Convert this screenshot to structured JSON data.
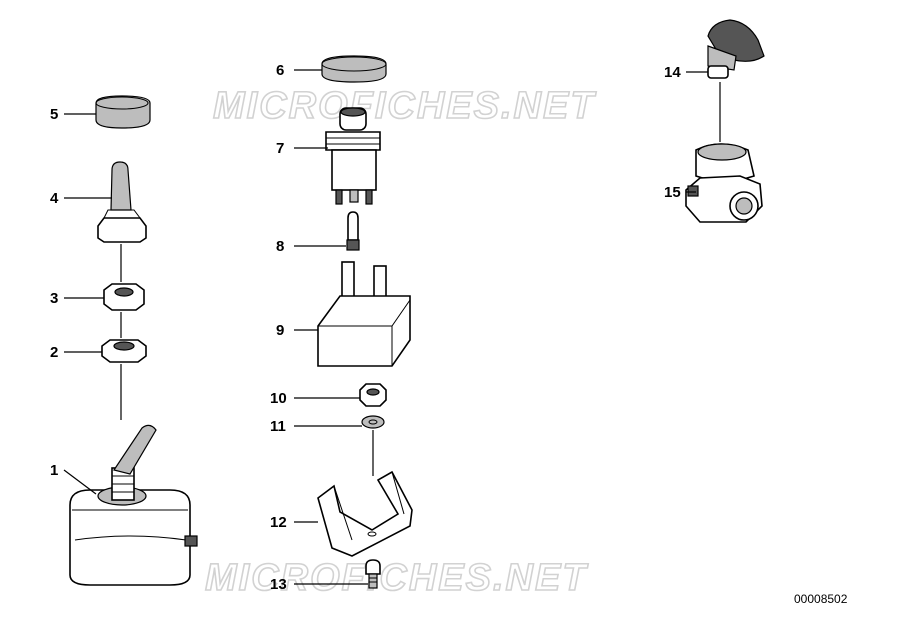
{
  "watermark": {
    "top": "MICROFICHES.NET",
    "bottom": "MICROFICHES.NET"
  },
  "reference_number": "00008502",
  "callouts": {
    "c1": "1",
    "c2": "2",
    "c3": "3",
    "c4": "4",
    "c5": "5",
    "c6": "6",
    "c7": "7",
    "c8": "8",
    "c9": "9",
    "c10": "10",
    "c11": "11",
    "c12": "12",
    "c13": "13",
    "c14": "14",
    "c15": "15"
  }
}
